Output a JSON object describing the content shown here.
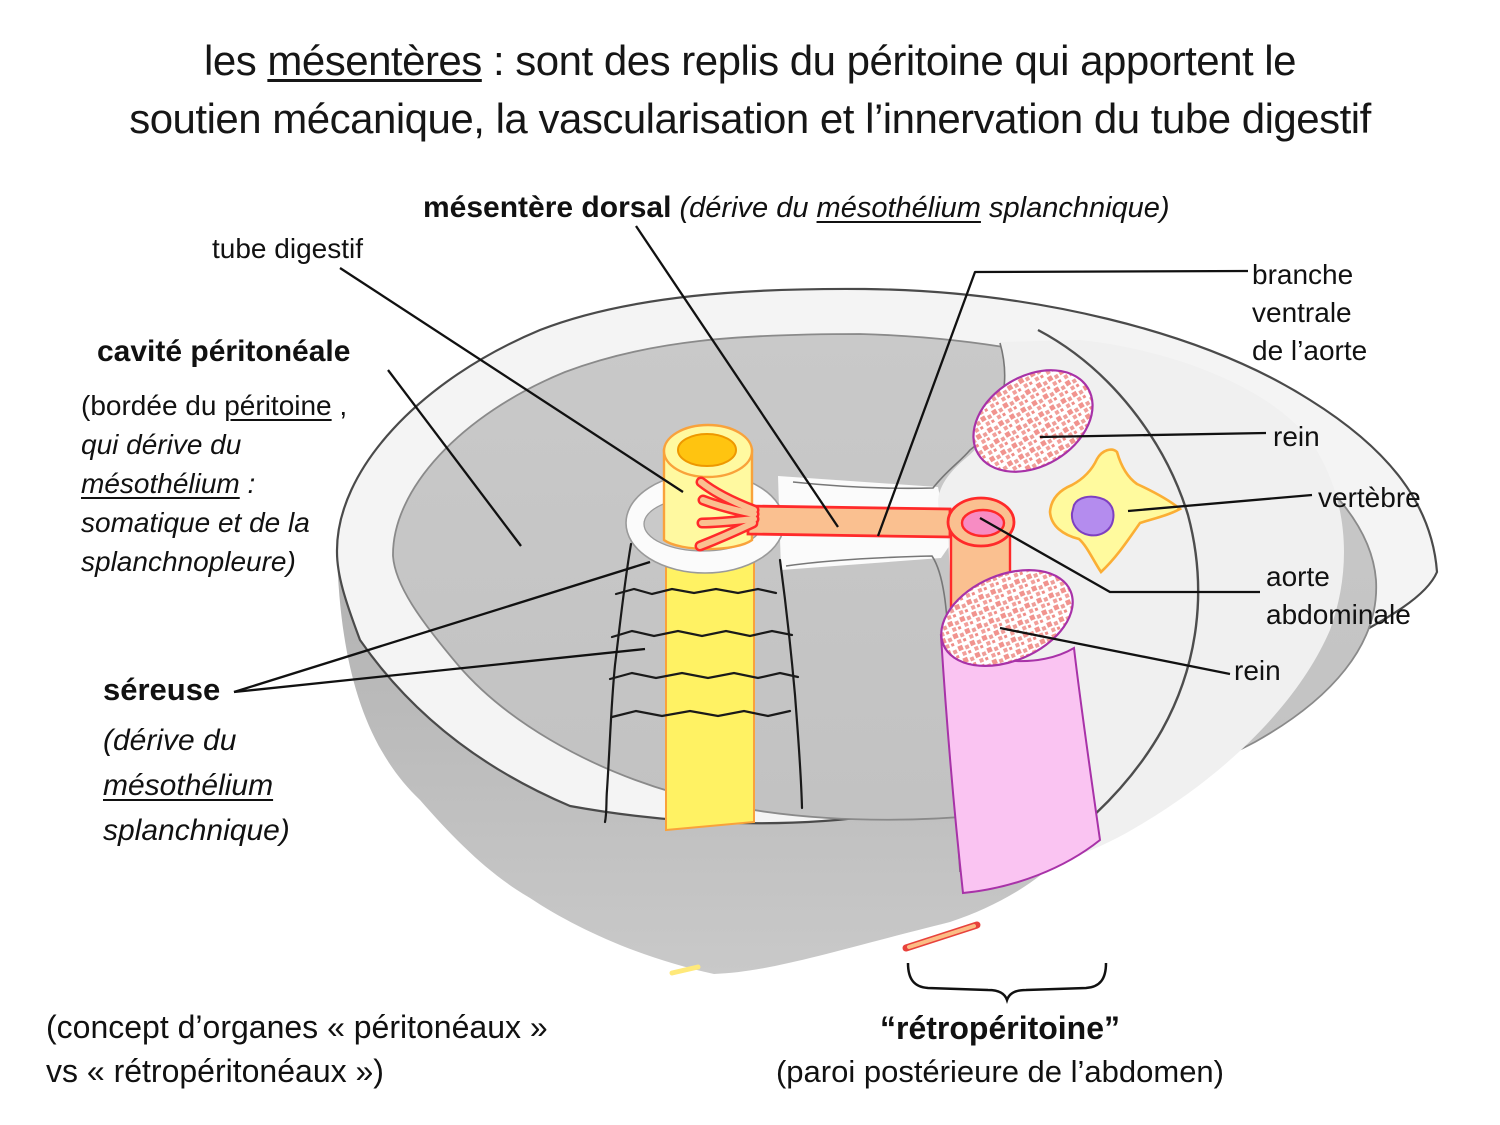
{
  "slide": {
    "title_line1_pre": "les ",
    "title_line1_underlined": "mésentères",
    "title_line1_post": " : sont des replis du péritoine qui apportent le",
    "title_line2": "soutien mécanique, la vascularisation et l’innervation du tube digestif"
  },
  "labels": {
    "mesentere_dorsal_bold": "mésentère dorsal",
    "mesentere_dorsal_paren_pre": " (dérive du ",
    "mesentere_dorsal_paren_u": "mésothélium",
    "mesentere_dorsal_paren_post": " splanchnique)",
    "tube_digestif": "tube digestif",
    "cavite_title": "cavité péritonéale",
    "cavite_l1_pre": "(bordée du ",
    "cavite_l1_u": "péritoine",
    "cavite_l1_post": " ,",
    "cavite_l2": "qui dérive du",
    "cavite_l3_u": "mésothélium",
    "cavite_l3_post": " :",
    "cavite_l4": "somatique et de la",
    "cavite_l5": "splanchnopleure)",
    "sereuse_title": "séreuse",
    "sereuse_l1": "(dérive du",
    "sereuse_l2_u": "mésothélium",
    "sereuse_l3": "splanchnique)",
    "branche_l1": "branche",
    "branche_l2": "ventrale",
    "branche_l3": "de l’aorte",
    "rein_haut": "rein",
    "vertebre": "vertèbre",
    "aorte_l1": "aorte",
    "aorte_l2": "abdominale",
    "rein_bas": "rein"
  },
  "footer": {
    "concept_l1": "(concept d’organes « péritonéaux »",
    "concept_l2": "vs « rétropéritonéaux »)",
    "retro_title": "“rétropéritoine”",
    "retro_sub": "(paroi postérieure de l’abdomen)"
  },
  "colors": {
    "body_wall_gray": "#aaaaaa",
    "cavity_gray": "#c7c7c7",
    "peritoneum_white": "#fbfbfb",
    "retro_space_light": "#f0f0f0",
    "gut_tube_yellow": "#fff9a0",
    "gut_lumen_orange": "#ffc410",
    "mesentery_salmon": "#fac090",
    "vessel_red": "#ff2a2a",
    "aorta_pink": "#f78cc3",
    "vertebra_yellow": "#fffa9e",
    "spinal_purple": "#b48cee",
    "kidney_pattern_pink": "#f1938e",
    "kidney_outline_magenta": "#a832a8",
    "kidney_cylinder_pink": "#fac4f2"
  }
}
